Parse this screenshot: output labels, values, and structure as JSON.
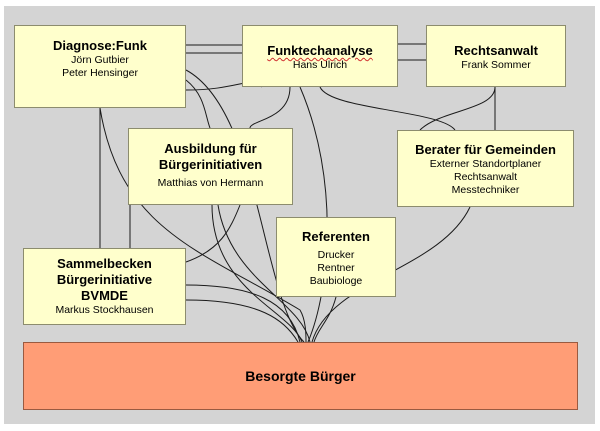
{
  "diagram": {
    "nodes": {
      "diagnose": {
        "title": "Diagnose:Funk",
        "lines": [
          "Jörn Gutbier",
          "Peter Hensinger"
        ]
      },
      "funktechanalyse": {
        "title": "Funktechanalyse",
        "lines": [
          "Hans Ulrich"
        ]
      },
      "rechtsanwalt": {
        "title": "Rechtsanwalt",
        "lines": [
          "Frank Sommer"
        ]
      },
      "ausbildung": {
        "title_lines": [
          "Ausbildung für",
          "Bürgerinitiativen"
        ],
        "lines": [
          "Matthias von Hermann"
        ]
      },
      "berater": {
        "title": "Berater für Gemeinden",
        "lines": [
          "Externer Standortplaner",
          "Rechtsanwalt",
          "Messtechniker"
        ]
      },
      "referenten": {
        "title": "Referenten",
        "lines": [
          "Drucker",
          "Rentner",
          "Baubiologe"
        ]
      },
      "sammelbecken": {
        "title_lines": [
          "Sammelbecken",
          "Bürgerinitiative",
          "BVMDE"
        ],
        "lines": [
          "Markus Stockhausen"
        ]
      },
      "besorgte": {
        "title": "Besorgte Bürger"
      }
    },
    "colors": {
      "background": "#d4d4d4",
      "node_fill": "#ffffcc",
      "main_fill": "#ff9d76",
      "connector": "#1a1a1a"
    }
  }
}
